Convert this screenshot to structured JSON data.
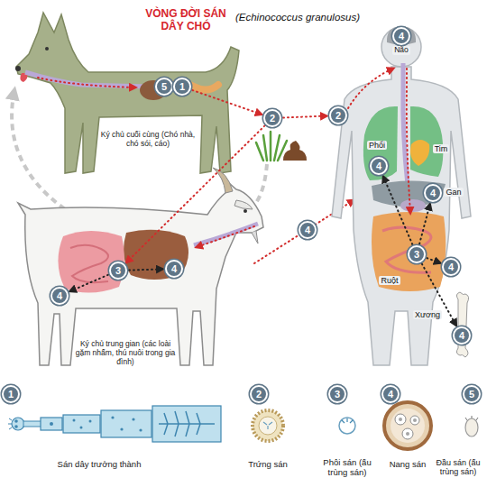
{
  "diagram": {
    "title": "VÒNG ĐỜI SÁN DÂY CHÓ",
    "nodes": [
      {
        "text": [
          "5"
        ]
      },
      {
        "text": [
          "1"
        ]
      },
      {
        "text": [
          "2"
        ]
      },
      {
        "text": [
          "2"
        ]
      },
      {
        "text": [
          "4"
        ]
      },
      {
        "text": [
          "4"
        ]
      },
      {
        "text": [
          "4"
        ]
      },
      {
        "text": [
          "3"
        ]
      },
      {
        "text": [
          "4"
        ]
      },
      {
        "text": [
          "4"
        ]
      },
      {
        "text": [
          "4"
        ]
      },
      {
        "text": [
          "3"
        ]
      },
      {
        "text": [
          "4"
        ]
      },
      {
        "text": [
          "4"
        ]
      },
      {
        "text": [
          "1"
        ]
      },
      {
        "text": [
          "2"
        ]
      },
      {
        "text": [
          "3"
        ]
      },
      {
        "text": [
          "4"
        ]
      },
      {
        "text": [
          "5"
        ]
      }
    ],
    "edges": [
      {
        "from": 1,
        "to": 2,
        "arrow": "to"
      },
      {
        "from": 2,
        "to": 3,
        "arrow": "to"
      },
      {
        "from": 2,
        "to": 7,
        "arrow": "to"
      },
      {
        "from": 7,
        "to": 8,
        "arrow": "to"
      },
      {
        "from": 7,
        "to": 10,
        "arrow": "to"
      },
      {
        "from": 11,
        "to": 6,
        "arrow": "to"
      },
      {
        "from": 11,
        "to": 5,
        "arrow": "to"
      },
      {
        "from": 11,
        "to": 12,
        "arrow": "to"
      },
      {
        "from": 11,
        "to": 13,
        "arrow": "to"
      }
    ],
    "labels": [
      "(Echinococcus granulosus)",
      "Ký chủ cuối cùng (Chó nhà, chó sói, cáo)",
      "Ký chủ trung gian (các loài gặm nhấm, thú nuôi trong gia đình)",
      "Não",
      "Phổi",
      "Tim",
      "Gan",
      "Ruột",
      "Xương",
      "Sán dây trưởng thành",
      "Trứng sán",
      "Phôi sán (ấu trùng sán)",
      "Nang sán",
      "Đầu sán (ấu trùng sán)"
    ]
  }
}
